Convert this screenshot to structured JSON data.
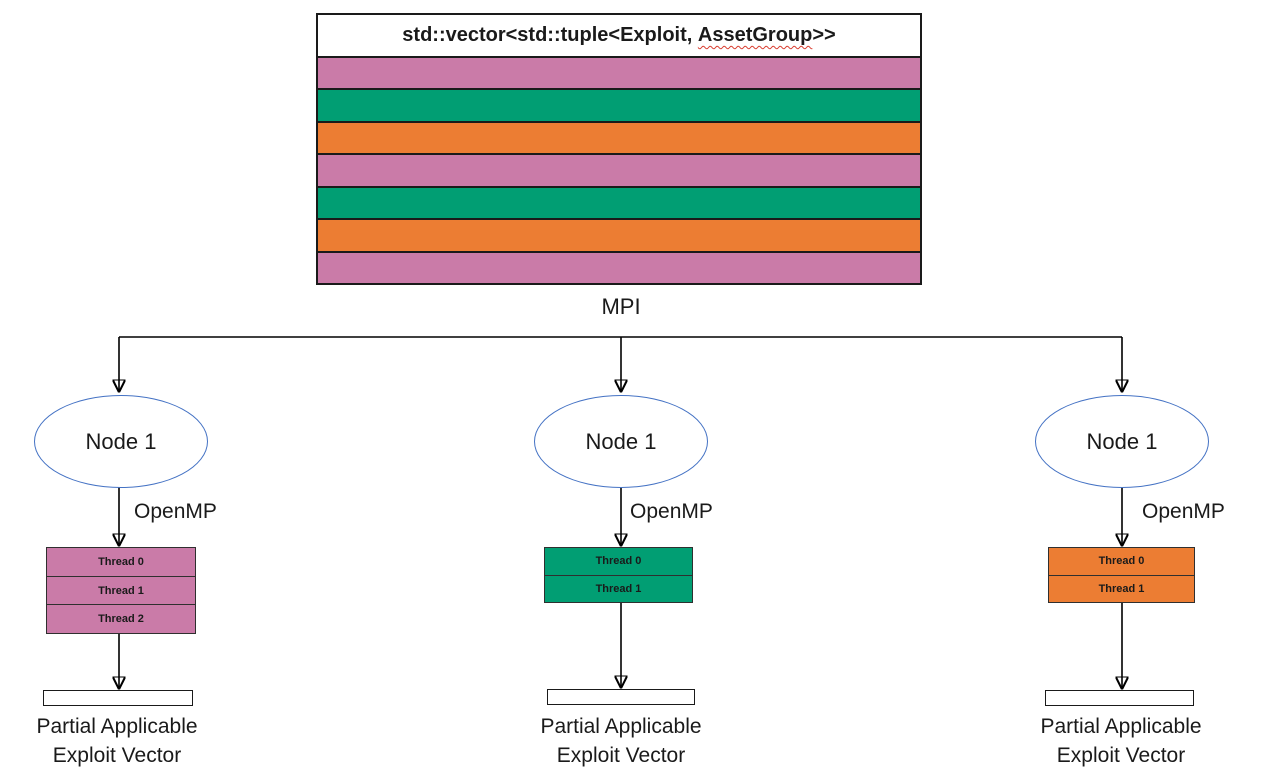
{
  "diagram": {
    "background": "#FFFFFF",
    "vector_box": {
      "title_full": "std::vector<std::tuple<Exploit, AssetGroup>>",
      "title_prefix": "std::vector<std::tuple<Exploit, ",
      "title_misspelled": "AssetGroup",
      "title_suffix": ">>",
      "rows": [
        "#CA7BA8",
        "#019E73",
        "#EC7D33",
        "#CA7BA8",
        "#019E73",
        "#EC7D33",
        "#CA7BA8"
      ]
    },
    "mpi_label": "MPI",
    "columns": [
      {
        "node_label": "Node 1",
        "openmp_label": "OpenMP",
        "thread_color": "#CA7BA8",
        "threads": [
          "Thread 0",
          "Thread 1",
          "Thread 2"
        ],
        "output_line1": "Partial Applicable",
        "output_line2": "Exploit Vector"
      },
      {
        "node_label": "Node 1",
        "openmp_label": "OpenMP",
        "thread_color": "#019E73",
        "threads": [
          "Thread 0",
          "Thread 1"
        ],
        "output_line1": "Partial Applicable",
        "output_line2": "Exploit Vector"
      },
      {
        "node_label": "Node 1",
        "openmp_label": "OpenMP",
        "thread_color": "#EC7D33",
        "threads": [
          "Thread 0",
          "Thread 1"
        ],
        "output_line1": "Partial Applicable",
        "output_line2": "Exploit Vector"
      }
    ],
    "colors": {
      "pink": "#CA7BA8",
      "green": "#019E73",
      "orange": "#EC7D33",
      "node_ellipse_stroke": "#4472C4",
      "connector_line": "#000000",
      "spellcheck_underline": "#D83B2D",
      "box_border": "#1A1A1A"
    }
  }
}
